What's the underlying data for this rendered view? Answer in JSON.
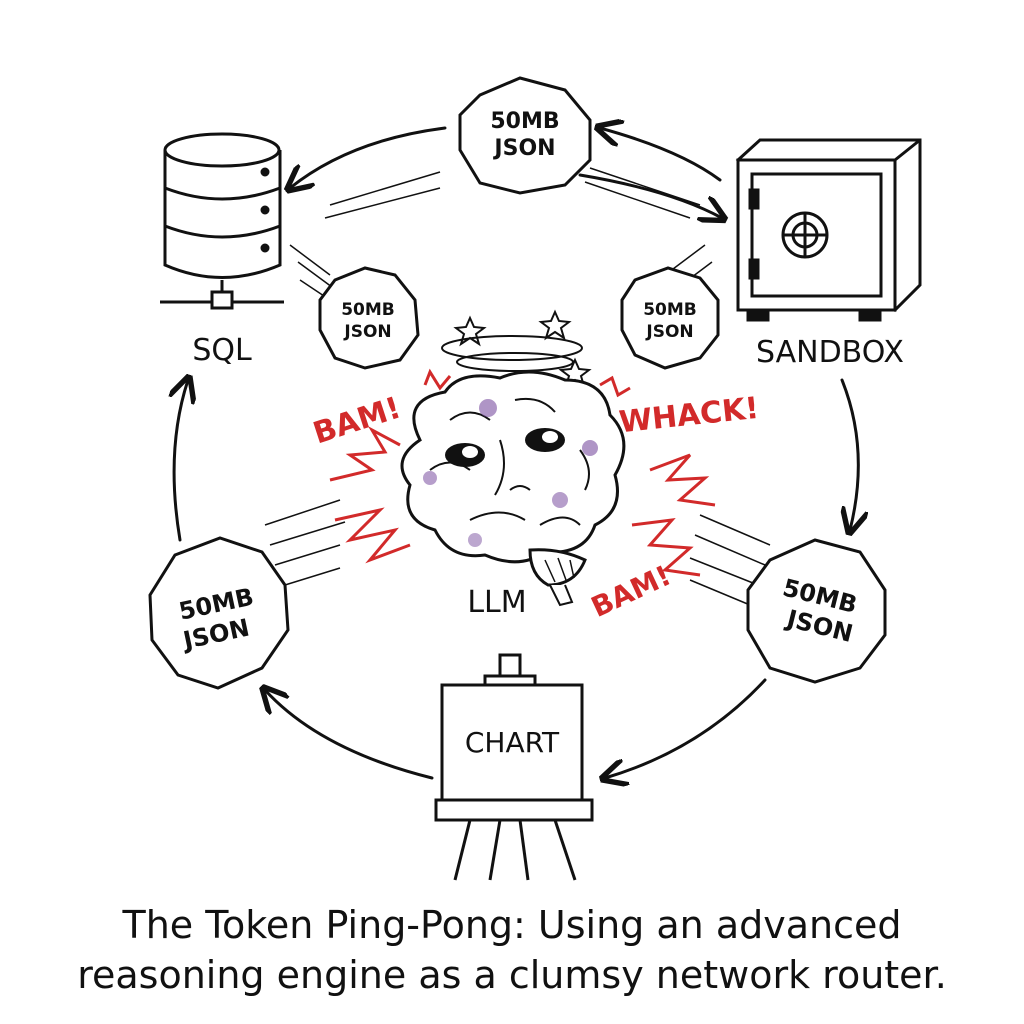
{
  "nodes": {
    "sql": {
      "label": "SQL"
    },
    "sandbox": {
      "label": "SANDBOX"
    },
    "chart": {
      "label": "CHART"
    },
    "llm": {
      "label": "LLM"
    }
  },
  "payload": {
    "line1": "50MB",
    "line2": "JSON"
  },
  "sound_effects": {
    "bam": "BAM!",
    "whack": "WHACK!"
  },
  "caption": {
    "line1": "The Token Ping-Pong: Using an advanced",
    "line2": "reasoning engine as a clumsy network router."
  },
  "colors": {
    "ink": "#111111",
    "accent_red": "#d22a2a",
    "bruise": "#7a4fa0"
  }
}
